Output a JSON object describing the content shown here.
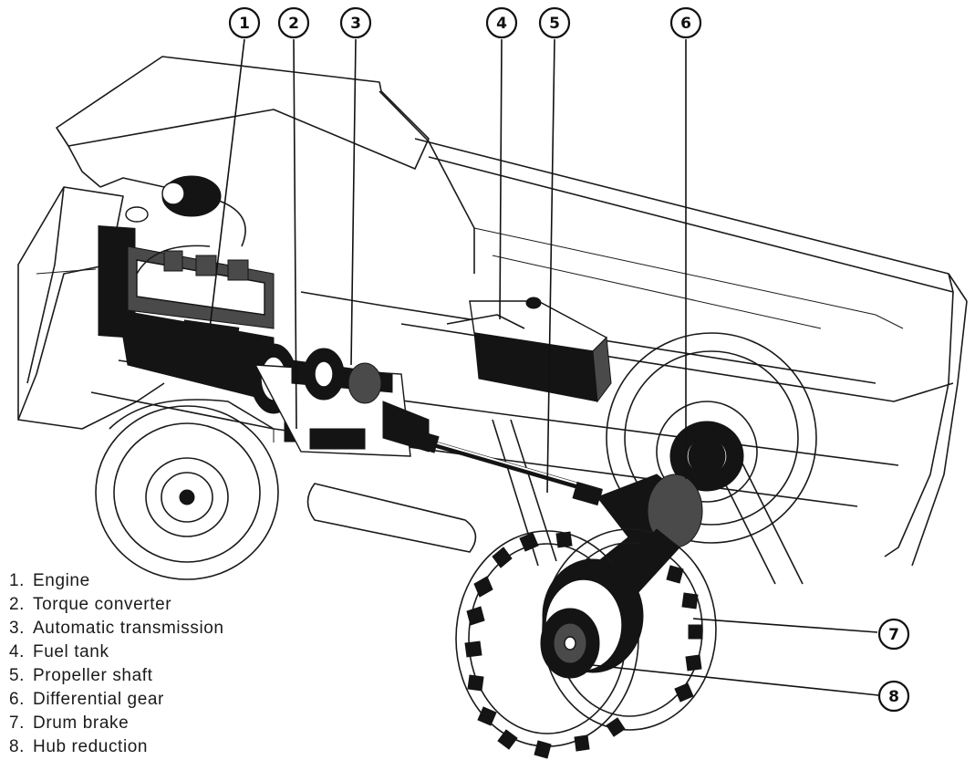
{
  "callouts": [
    {
      "number": "1",
      "label": "Engine"
    },
    {
      "number": "2",
      "label": "Torque converter"
    },
    {
      "number": "3",
      "label": "Automatic transmission"
    },
    {
      "number": "4",
      "label": "Fuel tank"
    },
    {
      "number": "5",
      "label": "Propeller shaft"
    },
    {
      "number": "6",
      "label": "Differential gear"
    },
    {
      "number": "7",
      "label": "Drum brake"
    },
    {
      "number": "8",
      "label": "Hub reduction"
    }
  ],
  "legend": [
    {
      "number": "1.",
      "label": "Engine"
    },
    {
      "number": "2.",
      "label": "Torque converter"
    },
    {
      "number": "3.",
      "label": "Automatic transmission"
    },
    {
      "number": "4.",
      "label": "Fuel tank"
    },
    {
      "number": "5.",
      "label": "Propeller shaft"
    },
    {
      "number": "6.",
      "label": "Differential gear"
    },
    {
      "number": "7.",
      "label": "Drum brake"
    },
    {
      "number": "8.",
      "label": "Hub reduction"
    }
  ],
  "colors": {
    "ink": "#111111",
    "background": "#ffffff"
  }
}
